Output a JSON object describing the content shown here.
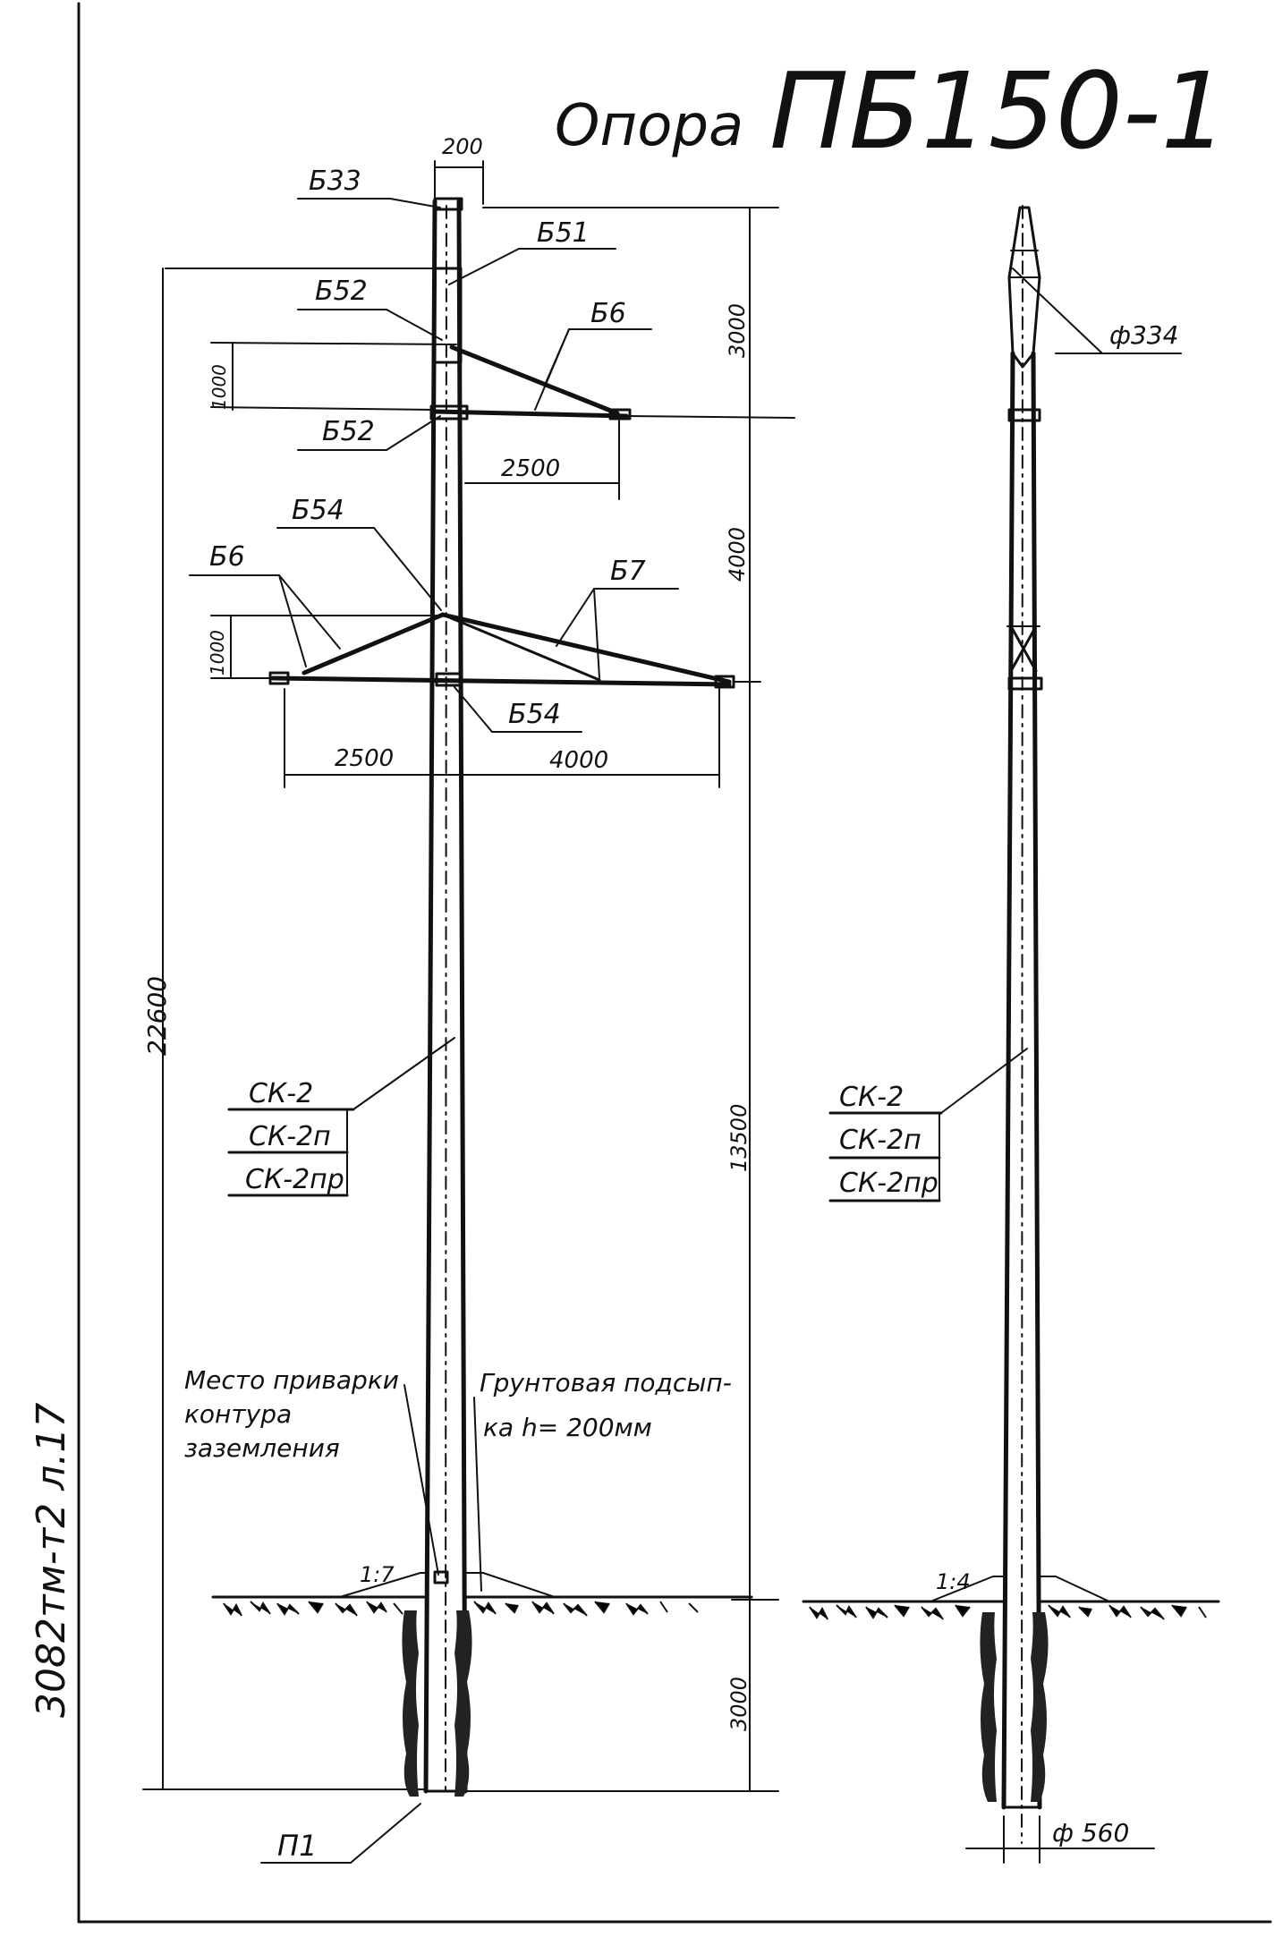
{
  "title": {
    "prefix": "Опора",
    "code": "ПБ150-1"
  },
  "side_stamp": "3082тм-т2 л.17",
  "left_view": {
    "labels": {
      "b33": "Б33",
      "b51": "Б51",
      "b52_top": "Б52",
      "b6_top": "Б6",
      "b52_mid": "Б52",
      "b54_top": "Б54",
      "b6_lower": "Б6",
      "b7": "Б7",
      "b54_bottom": "Б54",
      "p1": "П1"
    },
    "dimensions": {
      "d200": "200",
      "d3000_top": "3000",
      "d1000_top": "1000",
      "d2500_top": "2500",
      "d4000_mid": "4000",
      "d1000_lower": "1000",
      "d2500_lower": "2500",
      "d4000_lower": "4000",
      "d22600": "22600",
      "d13500": "13500",
      "d3000_bottom": "3000"
    },
    "pole_marks": [
      "СК-2",
      "СК-2п",
      "СК-2пр"
    ],
    "note_welding": [
      "Место приварки",
      "контура",
      "заземления"
    ],
    "note_backfill": [
      "Грунтовая подсып-",
      "ка  h= 200мм"
    ],
    "slope": "1:7"
  },
  "right_view": {
    "diameter_top": "ф334",
    "pole_marks": [
      "СК-2",
      "СК-2п",
      "СК-2пр"
    ],
    "slope": "1:4",
    "diameter_bottom": "ф 560"
  }
}
